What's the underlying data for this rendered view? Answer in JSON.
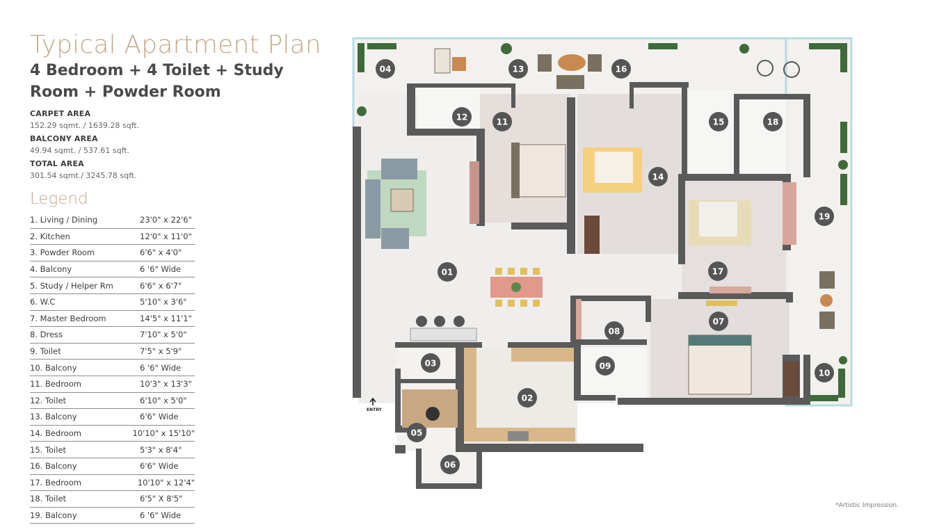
{
  "header": {
    "title": "Typical Apartment Plan",
    "subtitle": "4 Bedroom + 4 Toilet + Study Room + Powder Room"
  },
  "areas": [
    {
      "label": "CARPET AREA",
      "value": "152.29 sqmt. / 1639.28 sqft."
    },
    {
      "label": "BALCONY AREA",
      "value": "49.94 sqmt. / 537.61 sqft."
    },
    {
      "label": "TOTAL AREA",
      "value": "301.54 sqmt./ 3245.78 sqft."
    }
  ],
  "legend": {
    "title": "Legend",
    "items": [
      {
        "name": "1.   Living / Dining",
        "dim": "23'0\" x 22'6\""
      },
      {
        "name": "2.   Kitchen",
        "dim": "12'0\" x 11'0\""
      },
      {
        "name": "3.   Powder Room",
        "dim": "6'6\" x 4'0\""
      },
      {
        "name": "4.   Balcony",
        "dim": "6 '6\" Wide"
      },
      {
        "name": "5.   Study / Helper Rm",
        "dim": "6'6\" x 6'7\""
      },
      {
        "name": "6.   W.C",
        "dim": "5'10\" x 3'6\""
      },
      {
        "name": "7.   Master Bedroom",
        "dim": "14'5\" x 11'1\""
      },
      {
        "name": "8.   Dress",
        "dim": "7'10\" x 5'0\""
      },
      {
        "name": "9.   Toilet",
        "dim": "7'5\" x 5'9\""
      },
      {
        "name": "10. Balcony",
        "dim": "6 '6\" Wide"
      },
      {
        "name": "11.  Bedroom",
        "dim": "10'3\" x 13'3\""
      },
      {
        "name": "12. Toilet",
        "dim": "6'10\" x 5'0\""
      },
      {
        "name": "13. Balcony",
        "dim": "6'6\" Wide"
      },
      {
        "name": "14. Bedroom",
        "dim": "10'10\" x 15'10\""
      },
      {
        "name": "15. Toilet",
        "dim": "5'3\" x 8'4\""
      },
      {
        "name": "16. Balcony",
        "dim": "6'6\" Wide"
      },
      {
        "name": "17. Bedroom",
        "dim": "10'10\" x 12'4\""
      },
      {
        "name": "18. Toilet",
        "dim": "6'5\" X 8'5\""
      },
      {
        "name": "19. Balcony",
        "dim": "6 '6\" Wide"
      }
    ]
  },
  "plan": {
    "entry_label": "ENTRY",
    "markers": [
      "01",
      "02",
      "03",
      "04",
      "05",
      "06",
      "07",
      "08",
      "09",
      "10",
      "11",
      "12",
      "13",
      "14",
      "15",
      "16",
      "17",
      "18",
      "19"
    ]
  },
  "footer": {
    "note": "*Artistic Impression."
  },
  "colors": {
    "accent": "#c4a88b",
    "wall": "#5a5a5a",
    "marker": "#555555",
    "balcony_border": "#b8dbe3"
  }
}
